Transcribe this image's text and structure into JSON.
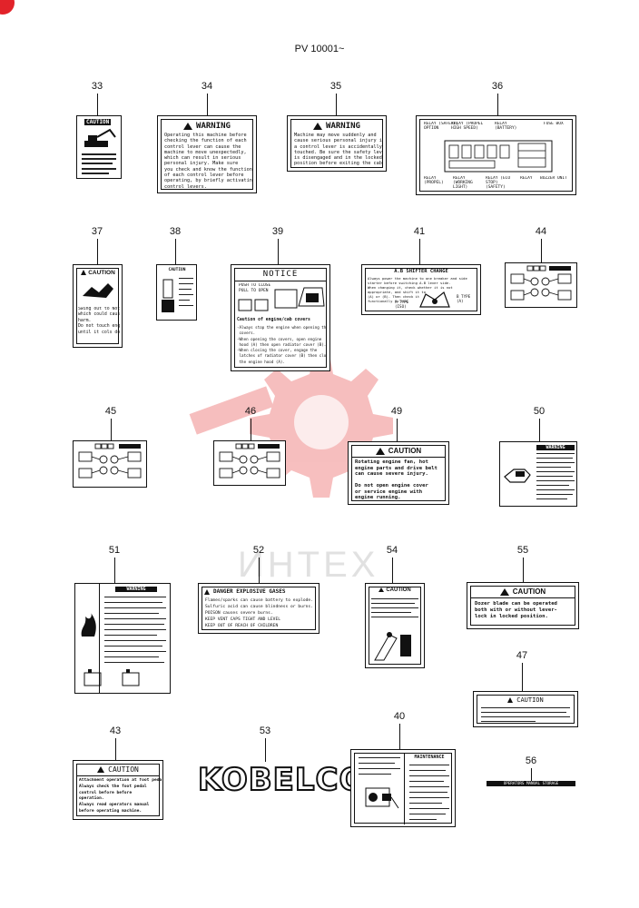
{
  "header": "PV 10001~",
  "colors": {
    "corner": "#e2232a",
    "watermark": "#f08a8a"
  },
  "watermark_text": "ИНТЕХ",
  "parts": {
    "p33": {
      "num": "33",
      "title": "CAUTION"
    },
    "p34": {
      "num": "34",
      "title": "WARNING",
      "body": "Operating this machine before\nchecking the function of each\ncontrol lever can cause the\nmachine to move unexpectedly,\nwhich can result in serious\npersonal injury. Make sure\nyou check and know the function\nof each control lever before\noperating, by briefly activating\ncontrol levers."
    },
    "p35": {
      "num": "35",
      "title": "WARNING",
      "body": "Machine may move suddenly and\ncause serious personal injury if\na control lever is accidentally\ntouched. Be sure the safety lever\nis disengaged and in the locked\nposition before exiting the cab."
    },
    "p36": {
      "num": "36",
      "labels": [
        "RELAY (SAFETY) OPTION",
        "RELAY (PROPEL HIGH SPEED)",
        "RELAY (BATTERY)",
        "FUSE BOX",
        "RELAY (PROPEL)",
        "RELAY (WORKING LIGHT)",
        "RELAY (ECO STOP) (SAFETY)",
        "RELAY",
        "BUZZER UNIT"
      ]
    },
    "p37": {
      "num": "37",
      "title": "CAUTION",
      "body": "Swing out to Not\nwhich could cause\nharm.\nDo not touch engine\nuntil it cols down."
    },
    "p38": {
      "num": "38",
      "title": "CAUTION"
    },
    "p39": {
      "num": "39",
      "title": "NOTICE",
      "push": "PUSH TO CLOSE\nPULL TO OPEN",
      "sub": "Caution of engine/cab covers",
      "body": "-Always stop the engine when opening the\n covers.\n-When opening the covers, open engine\n hood (A) then open radiator cover (B).\n-When closing the cover, engage the\n latches of radiator cover (B) then close\n the engine hood (A)."
    },
    "p41": {
      "num": "41",
      "title": "A.B SHIFTER CHANGE",
      "body": "Always power the machine to one breaker and side\nstarter before switching A-B lever side.\nWhen changing it, check whether it is not\nappropriate, and shift it to\n(A) or (B). Then check it\nfunctionally to run.",
      "a": "A TYPE\n(ISO)",
      "b": "B TYPE\n(A)"
    },
    "p44": {
      "num": "44"
    },
    "p45": {
      "num": "45"
    },
    "p46": {
      "num": "46"
    },
    "p49": {
      "num": "49",
      "title": "CAUTION",
      "body": "Rotating engine fan, hot\nengine parts and drive belt\ncan cause severe injury.\n\nDo not open engine cover\nor service engine with\nengine running."
    },
    "p50": {
      "num": "50",
      "title": "WARNING"
    },
    "p51": {
      "num": "51",
      "title": "WARNING"
    },
    "p52": {
      "num": "52",
      "title": "DANGER EXPLOSIVE GASES",
      "body": "Flames/sparks can cause battery to explode.\nSulfuric acid can cause blindness or burns.\nPOISON causes severe burns.\nKEEP VENT CAPS TIGHT AND LEVEL\nKEEP OUT OF REACH OF CHILDREN"
    },
    "p53": {
      "num": "53",
      "logo": "KOBELCO"
    },
    "p54": {
      "num": "54",
      "title": "CAUTION"
    },
    "p55": {
      "num": "55",
      "title": "CAUTION",
      "body": "Dozer blade can be operated\nboth with or without lever-\nlock in locked position."
    },
    "p47": {
      "num": "47",
      "title": "CAUTION"
    },
    "p43": {
      "num": "43",
      "title": "CAUTION",
      "body": "Attachment operation at foot pedal\nAlways check the foot pedal\ncontrol before before\noperation.\nAlways read operators manual\nbefore operating machine."
    },
    "p40": {
      "num": "40",
      "title": "MAINTENANCE"
    },
    "p56": {
      "num": "56",
      "text": "OPERATORS MANUAL STORAGE"
    }
  }
}
